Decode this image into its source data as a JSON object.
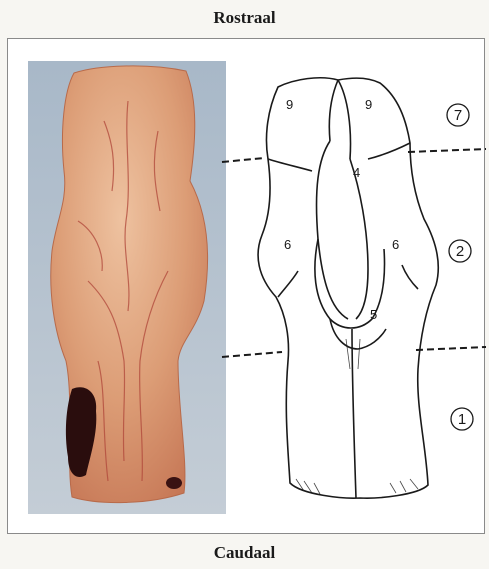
{
  "labels": {
    "top": "Rostraal",
    "bottom": "Caudaal"
  },
  "drawing_regions": {
    "left_top": "9",
    "right_top": "9",
    "center": "4",
    "left_mid": "6",
    "right_mid": "6",
    "lower": "5"
  },
  "zones": {
    "top": "7",
    "middle": "2",
    "bottom": "1"
  },
  "colors": {
    "background": "#ffffff",
    "photo_backdrop": "#aebccb",
    "tissue": "#d79a72",
    "line": "#1a1a1a"
  }
}
